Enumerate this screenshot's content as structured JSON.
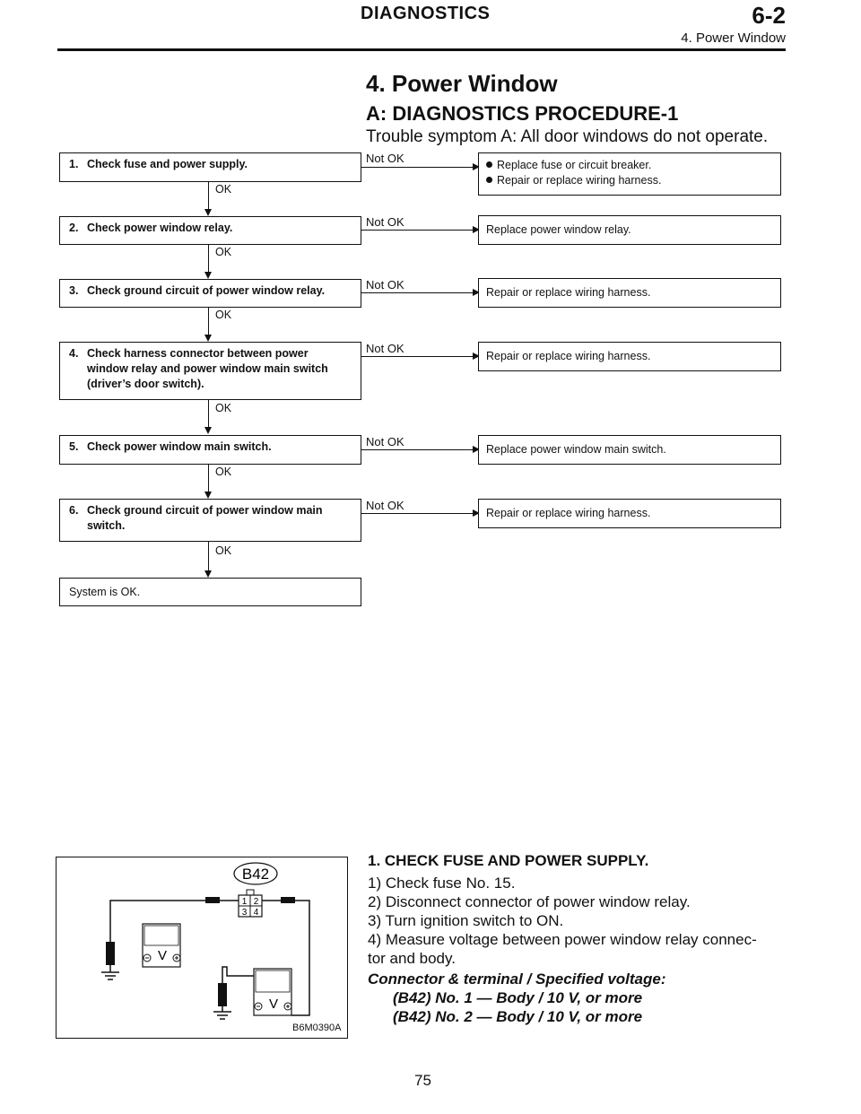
{
  "header": {
    "chapter": "DIAGNOSTICS",
    "section": "6-2",
    "subtitle": "4. Power Window"
  },
  "title": "4. Power Window",
  "subtitle": "A: DIAGNOSTICS PROCEDURE-1",
  "symptom": "Trouble symptom A: All door windows do not operate.",
  "flow": {
    "ok_label": "OK",
    "notok_label": "Not OK",
    "steps": [
      {
        "num": "1.",
        "lines": [
          "Check fuse and power supply."
        ],
        "result": [
          "Replace fuse or circuit breaker.",
          "Repair or replace wiring harness."
        ]
      },
      {
        "num": "2.",
        "lines": [
          "Check power window relay."
        ],
        "result": [
          "Replace power window relay."
        ]
      },
      {
        "num": "3.",
        "lines": [
          "Check ground circuit of power window relay."
        ],
        "result": [
          "Repair or replace wiring harness."
        ]
      },
      {
        "num": "4.",
        "lines": [
          "Check harness connector between power",
          "window relay and power window main switch",
          "(driver’s door switch)."
        ],
        "result": [
          "Repair or replace wiring harness."
        ]
      },
      {
        "num": "5.",
        "lines": [
          "Check power window main switch."
        ],
        "result": [
          "Replace power window main switch."
        ]
      },
      {
        "num": "6.",
        "lines": [
          "Check ground circuit of power window main",
          "switch."
        ],
        "result": [
          "Repair or replace wiring harness."
        ]
      }
    ],
    "final": "System is OK."
  },
  "figure": {
    "connector": "B42",
    "pins": [
      "1",
      "2",
      "3",
      "4"
    ],
    "meter_symbol": "V",
    "caption": "B6M0390A"
  },
  "procedure": {
    "heading": "1. CHECK FUSE AND POWER SUPPLY.",
    "steps": [
      "1) Check fuse No. 15.",
      "2) Disconnect connector of power window relay.",
      "3) Turn ignition switch to ON.",
      "4) Measure voltage between power window relay connec-",
      "tor and body."
    ],
    "spec_label": "Connector & terminal / Specified voltage:",
    "specs": [
      "(B42) No. 1 — Body / 10 V, or more",
      "(B42) No. 2 — Body / 10 V, or more"
    ]
  },
  "page_number": "75"
}
